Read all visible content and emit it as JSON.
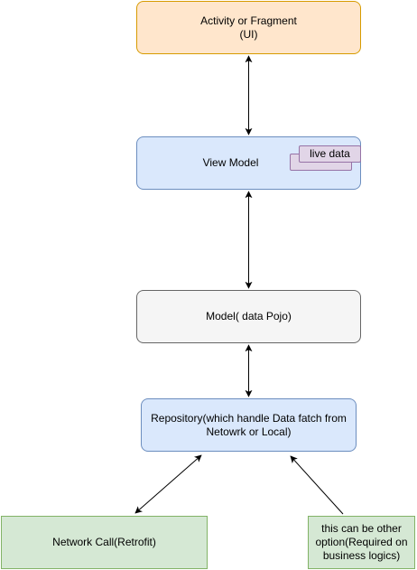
{
  "diagram": {
    "nodes": [
      {
        "id": "activity",
        "label": "Activity or Fragment\n(UI)",
        "fill": "#ffe6cc",
        "stroke": "#d79b00"
      },
      {
        "id": "viewmodel",
        "label": "View Model",
        "fill": "#dae8fc",
        "stroke": "#6c8ebf"
      },
      {
        "id": "livedata",
        "label": "live data",
        "fill": "#e1d5e7",
        "stroke": "#9673a6"
      },
      {
        "id": "model",
        "label": "Model( data Pojo)",
        "fill": "#f5f5f5",
        "stroke": "#666666"
      },
      {
        "id": "repository",
        "label": "Repository(which handle Data fatch from Netowrk or Local)",
        "fill": "#dae8fc",
        "stroke": "#6c8ebf"
      },
      {
        "id": "network",
        "label": "Network Call(Retrofit)",
        "fill": "#d5e8d4",
        "stroke": "#82b366"
      },
      {
        "id": "other",
        "label": "this can be other option(Required on business logics)",
        "fill": "#d5e8d4",
        "stroke": "#82b366"
      }
    ],
    "edges": [
      {
        "from": "activity",
        "to": "viewmodel",
        "direction": "both"
      },
      {
        "from": "viewmodel",
        "to": "model",
        "direction": "both"
      },
      {
        "from": "model",
        "to": "repository",
        "direction": "both"
      },
      {
        "from": "repository",
        "to": "network",
        "direction": "both"
      },
      {
        "from": "other",
        "to": "repository",
        "direction": "forward"
      }
    ],
    "edge_color": "#000000"
  }
}
